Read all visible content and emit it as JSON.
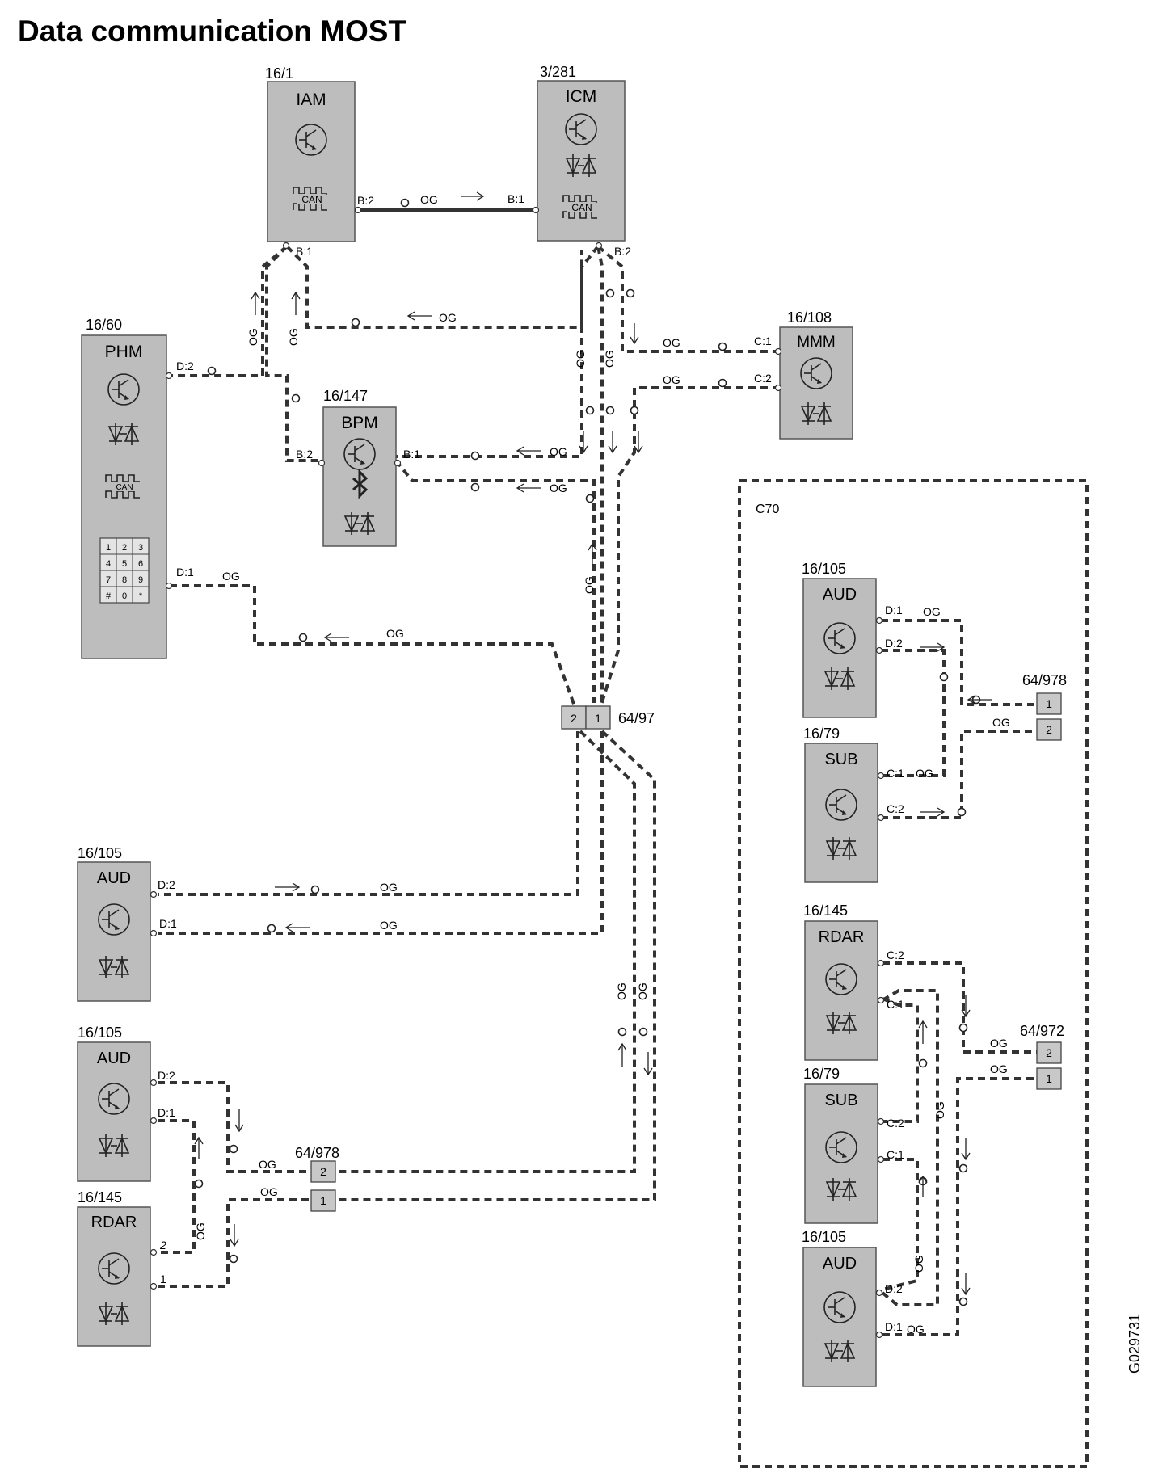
{
  "title": "Data communication MOST",
  "image_id": "G029731",
  "wire_color": "OG",
  "enclosure_label": "C70",
  "modules": {
    "iam": {
      "id": "16/1",
      "name": "IAM",
      "can": "CAN",
      "pin_b2": "B:2",
      "pin_b1": "B:1"
    },
    "icm": {
      "id": "3/281",
      "name": "ICM",
      "can": "CAN",
      "pin_b1": "B:1",
      "pin_b2": "B:2"
    },
    "phm": {
      "id": "16/60",
      "name": "PHM",
      "can": "CAN",
      "pin_d2": "D:2",
      "pin_d1": "D:1",
      "keys": [
        "1",
        "2",
        "3",
        "4",
        "5",
        "6",
        "7",
        "8",
        "9",
        "#",
        "0",
        "*"
      ]
    },
    "bpm": {
      "id": "16/147",
      "name": "BPM",
      "pin_b2": "B:2",
      "pin_b1": "B:1"
    },
    "mmm": {
      "id": "16/108",
      "name": "MMM",
      "pin_c1": "C:1",
      "pin_c2": "C:2"
    },
    "aud_a": {
      "id": "16/105",
      "name": "AUD",
      "pin_d2": "D:2",
      "pin_d1": "D:1"
    },
    "aud_b": {
      "id": "16/105",
      "name": "AUD",
      "pin_d2": "D:2",
      "pin_d1": "D:1"
    },
    "rdar_b": {
      "id": "16/145",
      "name": "RDAR",
      "pin_2": "2",
      "pin_1": "1"
    },
    "c70_aud1": {
      "id": "16/105",
      "name": "AUD",
      "pin_d1": "D:1",
      "pin_d2": "D:2"
    },
    "c70_sub1": {
      "id": "16/79",
      "name": "SUB",
      "pin_c1": "C:1",
      "pin_c2": "C:2"
    },
    "c70_rdar": {
      "id": "16/145",
      "name": "RDAR",
      "pin_c2": "C:2",
      "pin_c1": "C:1"
    },
    "c70_sub2": {
      "id": "16/79",
      "name": "SUB",
      "pin_c2": "C:2",
      "pin_c1": "C:1"
    },
    "c70_aud2": {
      "id": "16/105",
      "name": "AUD",
      "pin_d2": "D:2",
      "pin_d1": "D:1"
    }
  },
  "connectors": {
    "main": {
      "id": "64/97",
      "pins": [
        "2",
        "1"
      ]
    },
    "left": {
      "id": "64/978",
      "pins": [
        "2",
        "1"
      ]
    },
    "c70_top": {
      "id": "64/978",
      "pins": [
        "1",
        "2"
      ]
    },
    "c70_bottom": {
      "id": "64/972",
      "pins": [
        "2",
        "1"
      ]
    }
  }
}
